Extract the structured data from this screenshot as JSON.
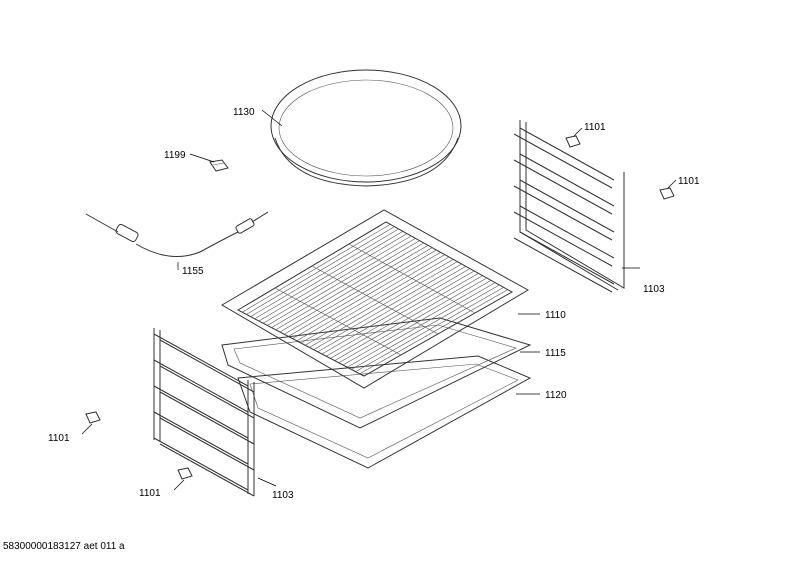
{
  "parts": {
    "p1130": "1130",
    "p1199": "1199",
    "p1155": "1155",
    "p1110": "1110",
    "p1115": "1115",
    "p1120": "1120",
    "p1101_tr_top": "1101",
    "p1101_tr_right": "1101",
    "p1103_right": "1103",
    "p1101_left": "1101",
    "p1101_bottom": "1101",
    "p1103_left": "1103"
  },
  "footer": "58300000183127 aet 011 a"
}
